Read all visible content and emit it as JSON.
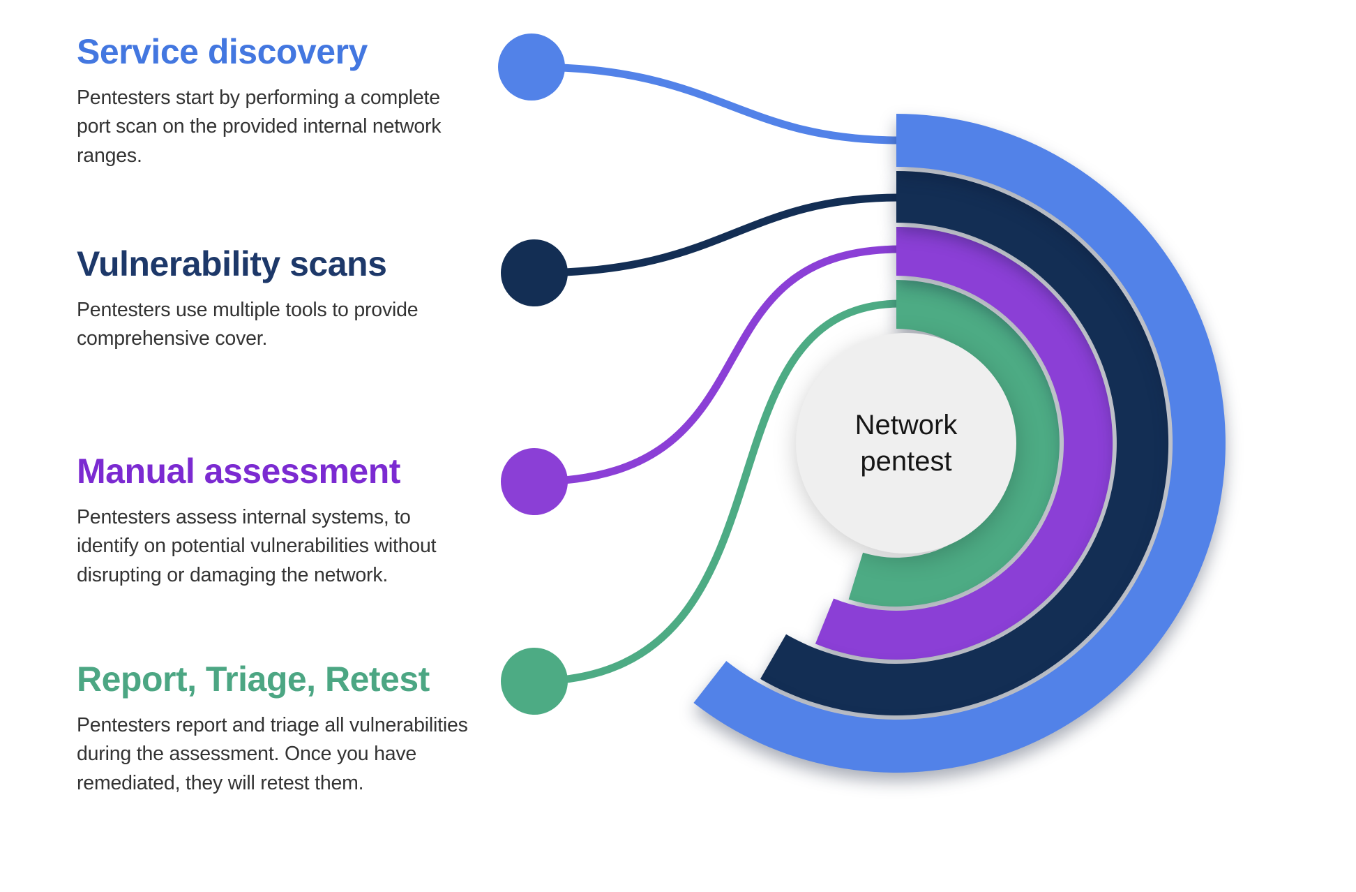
{
  "page": {
    "background_color": "#ffffff",
    "body_text_color": "#333333"
  },
  "center": {
    "line1": "Network",
    "line2": "pentest",
    "circle_color": "#efefef",
    "text_color": "#161616"
  },
  "steps": [
    {
      "id": "service-discovery",
      "title": "Service discovery",
      "description": "Pentesters start by performing a complete port scan on the provided internal network ranges.",
      "color": "#5282E8",
      "heading_color": "#4377E0"
    },
    {
      "id": "vulnerability-scans",
      "title": "Vulnerability scans",
      "description": "Pentesters use multiple tools to provide comprehensive cover.",
      "color": "#132E54",
      "heading_color": "#1D3869"
    },
    {
      "id": "manual-assessment",
      "title": "Manual assessment",
      "description": "Pentesters assess internal systems, to identify on potential vulnerabilities without disrupting or damaging the network.",
      "color": "#8B3FD6",
      "heading_color": "#7B2AD1"
    },
    {
      "id": "report-triage-retest",
      "title": "Report, Triage, Retest",
      "description": "Pentesters report and triage all vulnerabilities during the assessment. Once you have remediated, they will retest them.",
      "color": "#4DAB84",
      "heading_color": "#4CA683"
    }
  ]
}
